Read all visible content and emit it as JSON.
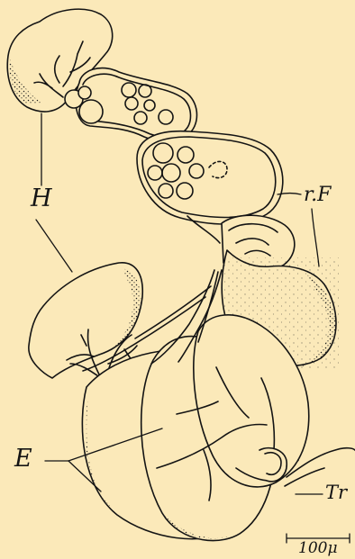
{
  "labels": {
    "h": "H",
    "rf": "r.F",
    "e": "E",
    "tr": "Tr",
    "scale": "100μ"
  },
  "colors": {
    "background": "#fbe9b9",
    "ink": "#141414"
  }
}
